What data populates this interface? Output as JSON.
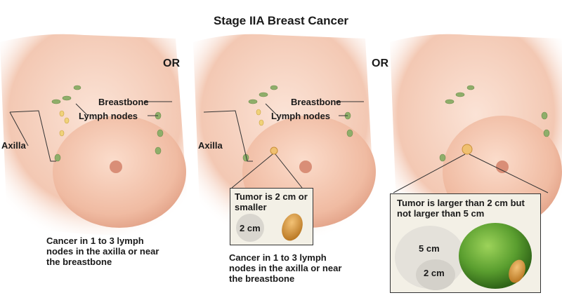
{
  "title": "Stage IIA Breast Cancer",
  "separator_label": "OR",
  "panels": [
    {
      "labels": {
        "breastbone": "Breastbone",
        "lymph_nodes": "Lymph nodes",
        "axilla": "Axilla"
      },
      "caption": "Cancer in 1 to 3 lymph nodes in the axilla or near the breastbone"
    },
    {
      "labels": {
        "breastbone": "Breastbone",
        "lymph_nodes": "Lymph nodes",
        "axilla": "Axilla"
      },
      "box_text": "Tumor is 2 cm or smaller",
      "size_label": "2 cm",
      "caption": "Cancer in 1 to 3 lymph nodes in the axilla or near the breastbone"
    },
    {
      "box_text": "Tumor is larger than 2 cm but not larger than 5 cm",
      "size_labels": [
        "5 cm",
        "2 cm"
      ]
    }
  ],
  "colors": {
    "skin": "#f2c9b4",
    "node": "#8fae6a",
    "lime": "#5ea332",
    "peanut": "#c98a3a",
    "box": "#f3f0e6"
  }
}
